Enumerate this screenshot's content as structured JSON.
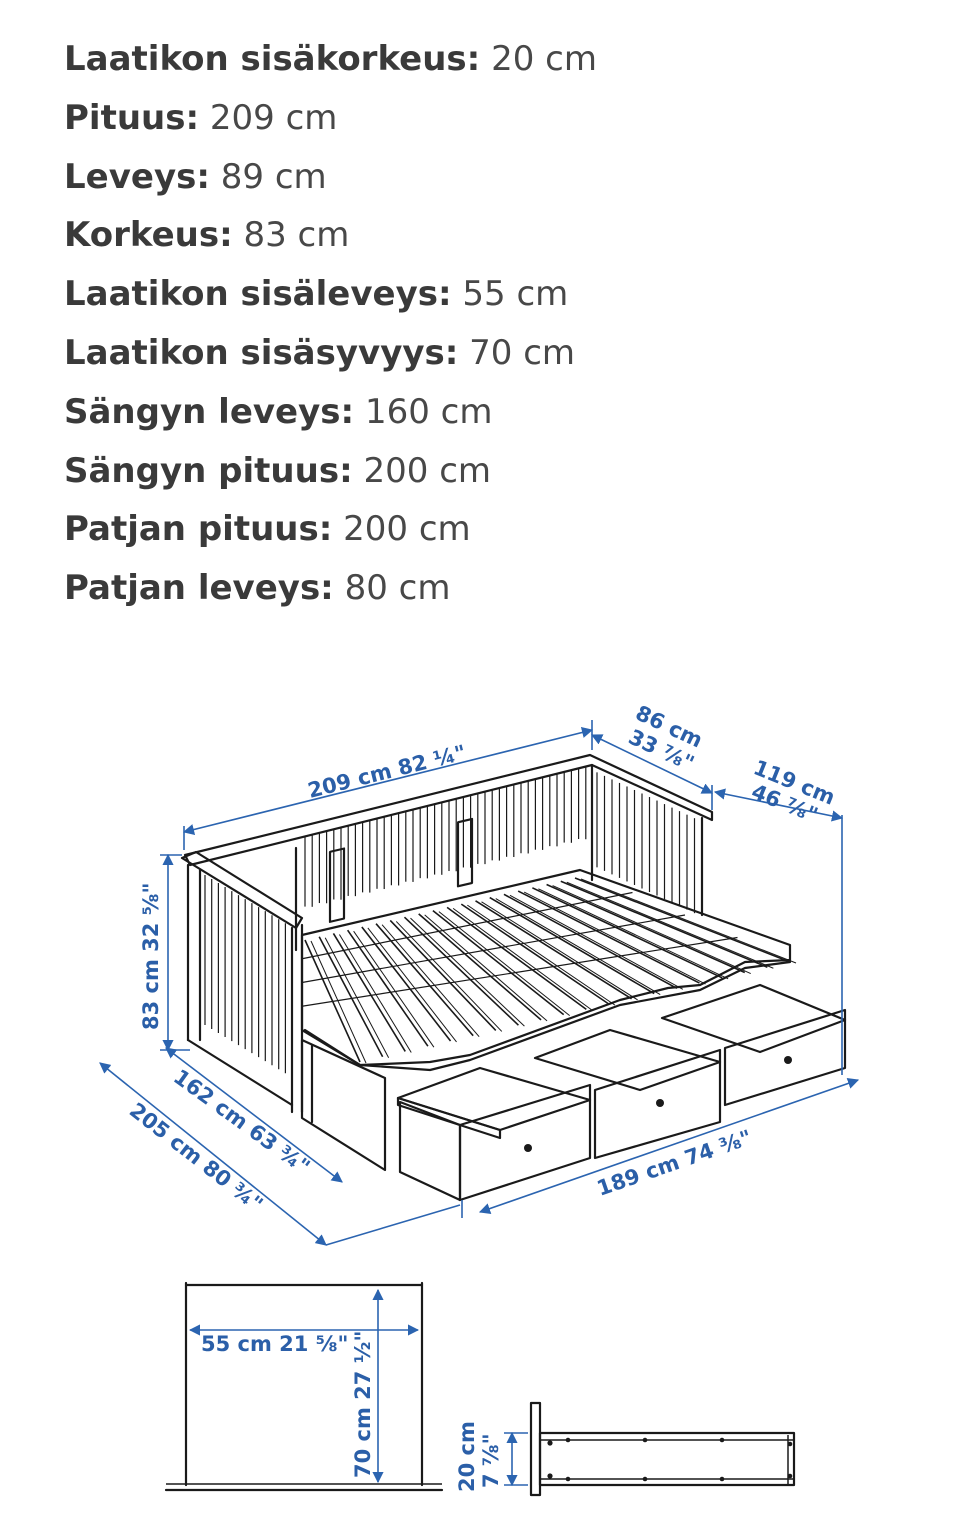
{
  "specs": [
    {
      "label": "Laatikon sisäkorkeus:",
      "value": "20 cm"
    },
    {
      "label": "Pituus:",
      "value": "209 cm"
    },
    {
      "label": "Leveys:",
      "value": "89 cm"
    },
    {
      "label": "Korkeus:",
      "value": "83 cm"
    },
    {
      "label": "Laatikon sisäleveys:",
      "value": "55 cm"
    },
    {
      "label": "Laatikon sisäsyvyys:",
      "value": "70 cm"
    },
    {
      "label": "Sängyn leveys:",
      "value": "160 cm"
    },
    {
      "label": "Sängyn pituus:",
      "value": "200 cm"
    },
    {
      "label": "Patjan pituus:",
      "value": "200 cm"
    },
    {
      "label": "Patjan leveys:",
      "value": "80 cm"
    }
  ],
  "diagram": {
    "length_label": "209 cm 82 ¼\"",
    "depth_cm": "86 cm",
    "depth_in": "33 ⅞\"",
    "ext_depth_cm": "119 cm",
    "ext_depth_in": "46 ⅞\"",
    "height_label": "83 cm 32 ⅝\"",
    "bed_width_label": "162 cm 63 ¾\"",
    "full_width_label": "205 cm 80 ¾\"",
    "drawer_span_label": "189 cm 74 ⅜\"",
    "drawer_width_label": "55 cm 21 ⅝\"",
    "drawer_depth_label": "70 cm 27 ½\"",
    "drawer_height_cm": "20 cm",
    "drawer_height_in": "7 ⅞\""
  },
  "colors": {
    "dimension": "#2b5fa8",
    "ink": "#1a1a1a",
    "text": "#484848"
  }
}
